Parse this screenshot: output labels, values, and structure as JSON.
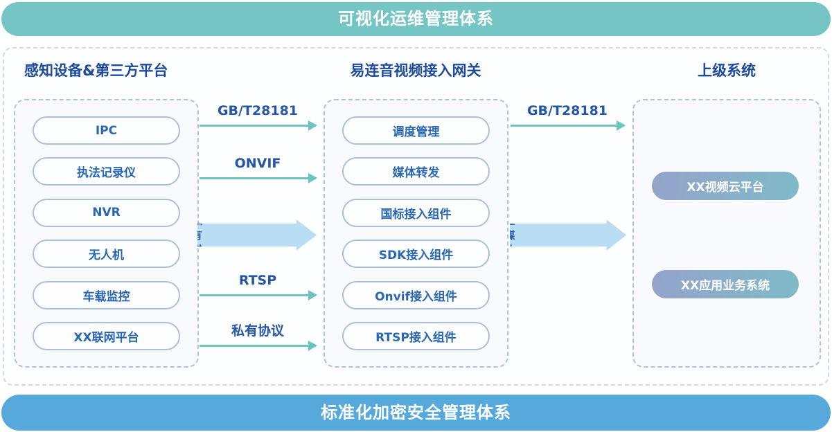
{
  "banners": {
    "top": {
      "label": "可视化运维管理体系"
    },
    "bottom": {
      "label": "标准化加密安全管理体系"
    }
  },
  "columns": {
    "devices": {
      "title": "感知设备&第三方平台",
      "items": [
        "IPC",
        "执法记录仪",
        "NVR",
        "无人机",
        "车载监控",
        "XX联网平台"
      ]
    },
    "gateway": {
      "title": "易连音视频接入网关",
      "items": [
        "调度管理",
        "媒体转发",
        "国标接入组件",
        "SDK接入组件",
        "Onvif接入组件",
        "RTSP接入组件"
      ]
    },
    "upper": {
      "title": "上级系统",
      "items": [
        "XX视频云平台",
        "XX应用业务系统"
      ]
    }
  },
  "arrows": {
    "left_to_gateway": [
      {
        "label": "GB/T28181",
        "type": "line"
      },
      {
        "label": "ONVIF",
        "type": "line"
      },
      {
        "label": "标准/私有媒体流",
        "type": "block"
      },
      {
        "label": "RTSP",
        "type": "line"
      },
      {
        "label": "私有协议",
        "type": "line"
      }
    ],
    "gateway_to_upper": [
      {
        "label": "GB/T28181",
        "type": "line"
      },
      {
        "label": "标准媒体流",
        "type": "block"
      }
    ]
  },
  "colors": {
    "top_banner": "#74c5c4",
    "bottom_banner": "#57a8db",
    "header_text": "#1c4b9c",
    "pill_text": "#2a67b2",
    "pill_border": "#aabfde",
    "thin_arrow": "#6cc5bd",
    "block_arrow_fill": "#b9def4",
    "block_arrow_text": "#2b5cab",
    "gradient_pill_start": "#94a3cb",
    "gradient_pill_end": "#7fbac8",
    "dashed_border_outer": "#ccd9ea",
    "dashed_border_inner": "#a9c3e3"
  }
}
